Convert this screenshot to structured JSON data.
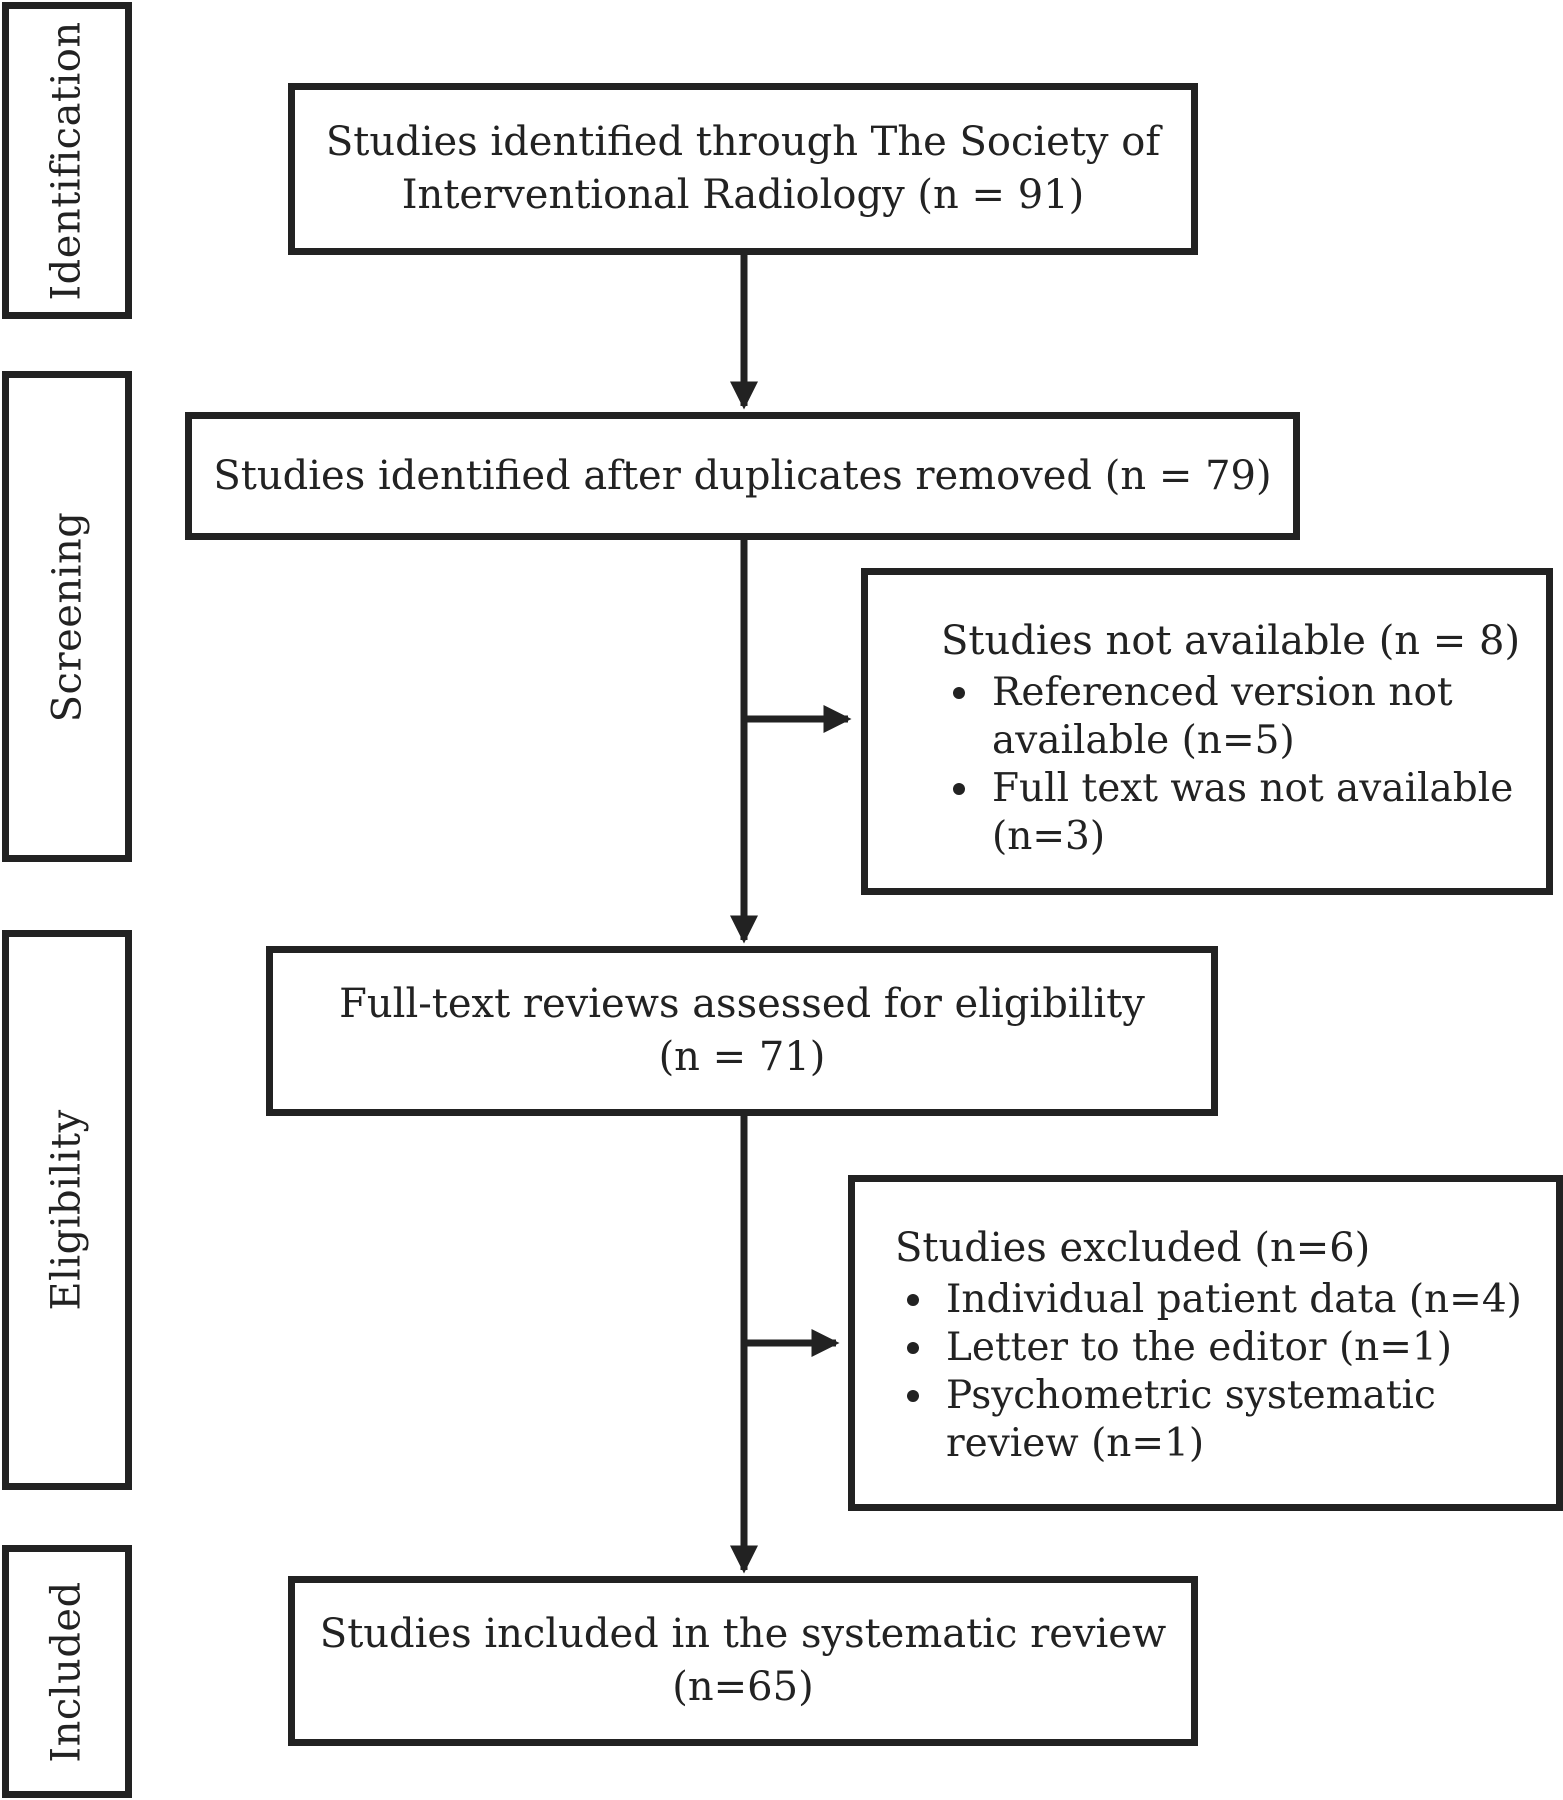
{
  "stages": [
    {
      "label": "Identification"
    },
    {
      "label": "Screening"
    },
    {
      "label": "Eligibility"
    },
    {
      "label": "Included"
    }
  ],
  "boxes": {
    "identified": {
      "lines": [
        "Studies identified through The Society of",
        "Interventional Radiology (n = 91)"
      ]
    },
    "duplicates_removed": {
      "lines": [
        "Studies identified after duplicates removed (n = 79)"
      ]
    },
    "not_available": {
      "title": "Studies not available (n = 8)",
      "items": [
        {
          "lines": [
            "Referenced version not",
            "available (n=5)"
          ]
        },
        {
          "lines": [
            "Full text was not available",
            "(n=3)"
          ]
        }
      ]
    },
    "full_text": {
      "lines": [
        "Full-text reviews assessed for eligibility",
        "(n = 71)"
      ]
    },
    "excluded": {
      "title": "Studies excluded (n=6)",
      "items": [
        {
          "lines": [
            "Individual patient data (n=4)"
          ]
        },
        {
          "lines": [
            "Letter to the editor (n=1)"
          ]
        },
        {
          "lines": [
            "Psychometric systematic",
            "review (n=1)"
          ]
        }
      ]
    },
    "included": {
      "lines": [
        "Studies included in the systematic review",
        "(n=65)"
      ]
    }
  }
}
